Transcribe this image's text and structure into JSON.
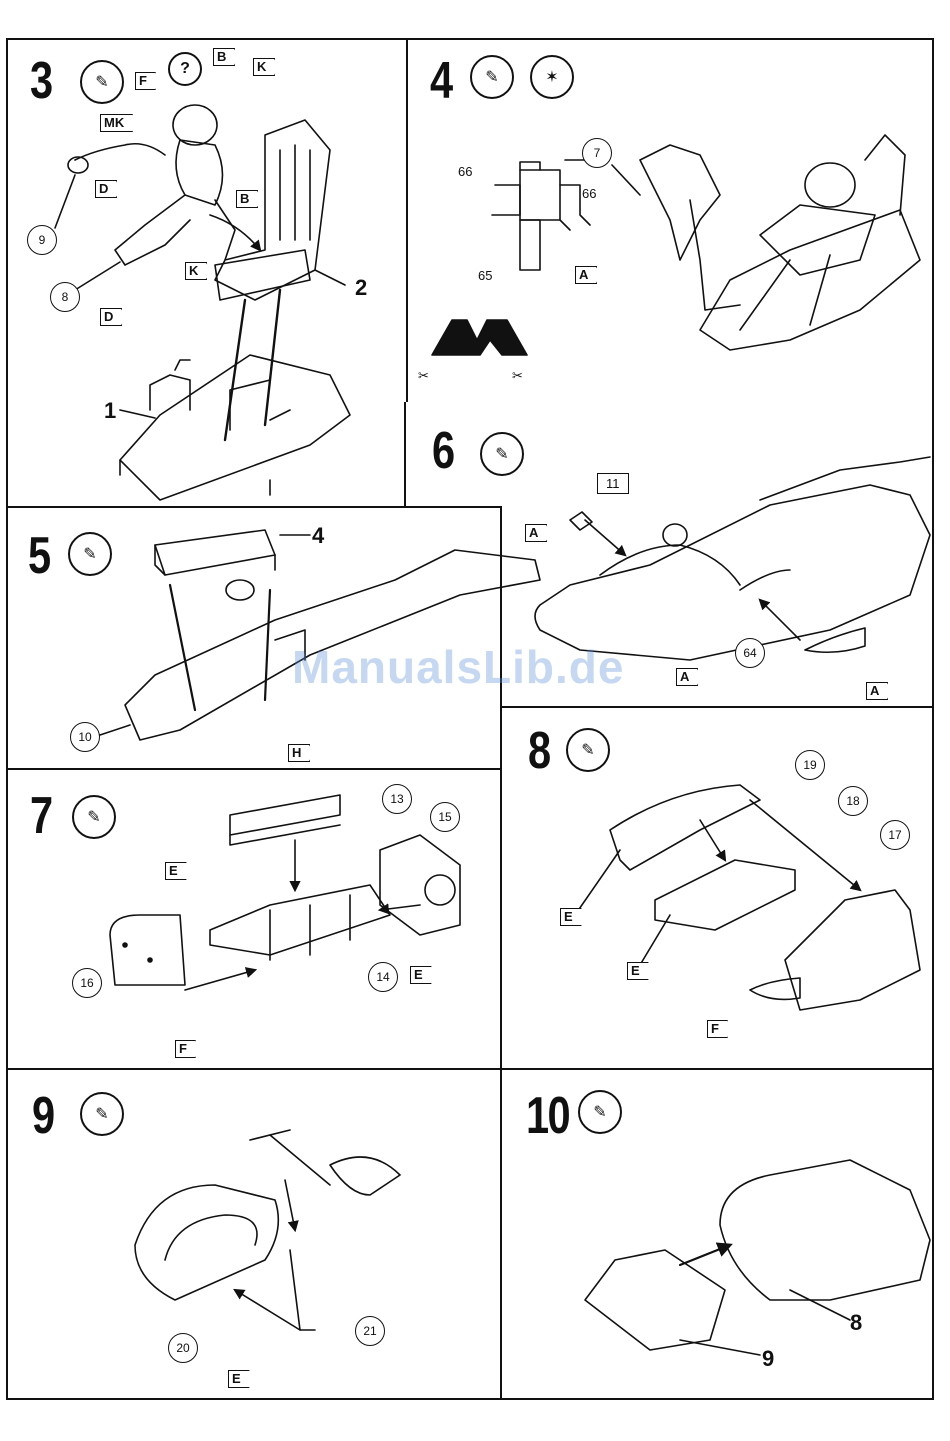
{
  "watermark": "ManualsLib.de",
  "steps": {
    "s3": {
      "num": "3",
      "parts": {
        "p9": "9",
        "p8": "8",
        "p1": "1",
        "p2": "2"
      },
      "tags": {
        "mk": "MK",
        "b": "B",
        "k1": "K",
        "d1": "D",
        "b2": "B",
        "k2": "K",
        "d2": "D",
        "f": "F"
      },
      "question": "?"
    },
    "s4": {
      "num": "4",
      "parts": {
        "p7": "7",
        "p66a": "66",
        "p66b": "66",
        "p65": "65"
      },
      "tags": {
        "a": "A"
      }
    },
    "s5": {
      "num": "5",
      "parts": {
        "p4": "4",
        "p10": "10"
      },
      "tags": {
        "h": "H"
      }
    },
    "s6": {
      "num": "6",
      "parts": {
        "p11": "11",
        "p64": "64"
      },
      "tags": {
        "a1": "A",
        "a2": "A",
        "a3": "A"
      }
    },
    "s7": {
      "num": "7",
      "parts": {
        "p13": "13",
        "p15": "15",
        "p16": "16",
        "p14": "14"
      },
      "tags": {
        "e1": "E",
        "e2": "E",
        "f": "F"
      }
    },
    "s8": {
      "num": "8",
      "parts": {
        "p19": "19",
        "p18": "18",
        "p17": "17"
      },
      "tags": {
        "e1": "E",
        "e2": "E",
        "f": "F"
      }
    },
    "s9": {
      "num": "9",
      "parts": {
        "p20": "20",
        "p21": "21"
      },
      "tags": {
        "e": "E"
      }
    },
    "s10": {
      "num": "10",
      "parts": {
        "p8": "8",
        "p9": "9"
      }
    }
  },
  "icons": [
    "paint-brush-icon",
    "glue-icon",
    "question-icon",
    "decal-icon",
    "cut-icon"
  ]
}
